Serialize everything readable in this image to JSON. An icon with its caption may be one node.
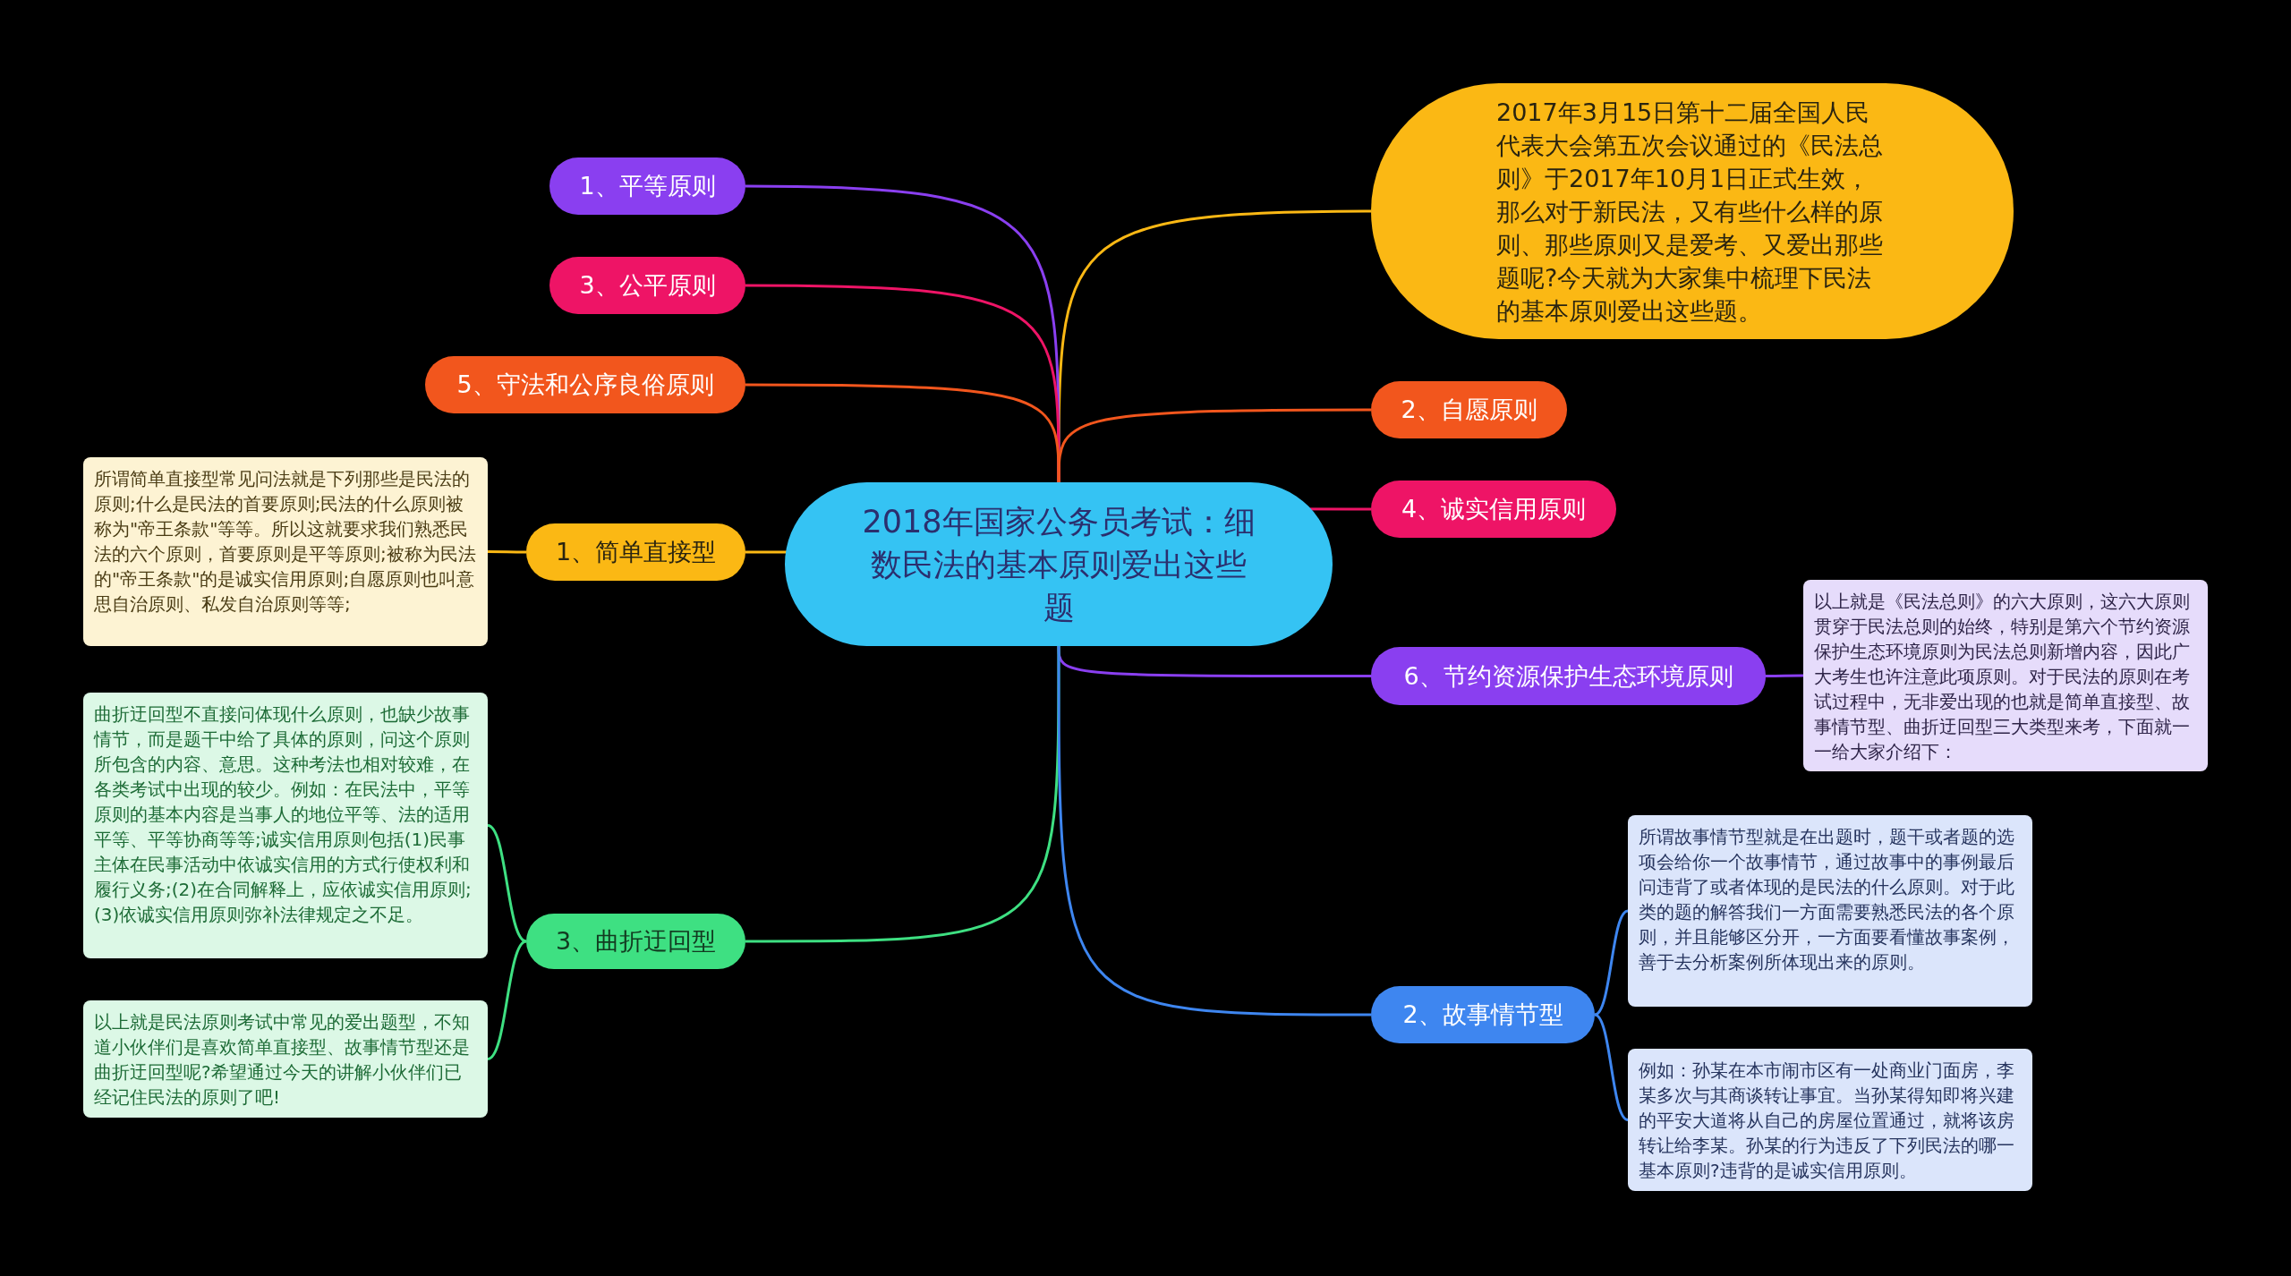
{
  "diagram": {
    "nodes": [
      {
        "text": [
          "2018年国家公务员考试：细数民法的基本原则爱出这些题"
        ]
      },
      {
        "text": [
          "2017年3月15日第十二届全国人民代表大会第五次会议通过的《民法总则》于2017年10月1日正式生效，那么对于新民法，又有些什么样的原则、那些原则又是爱考、又爱出那些题呢?今天就为大家集中梳理下民法的基本原则爱出这些题。"
        ]
      },
      {
        "text": [
          "1、平等原则"
        ]
      },
      {
        "text": [
          "3、公平原则"
        ]
      },
      {
        "text": [
          "5、守法和公序良俗原则"
        ]
      },
      {
        "text": [
          "2、自愿原则"
        ]
      },
      {
        "text": [
          "4、诚实信用原则"
        ]
      },
      {
        "text": [
          "6、节约资源保护生态环境原则"
        ]
      },
      {
        "text": [
          "以上就是《民法总则》的六大原则，这六大原则贯穿于民法总则的始终，特别是第六个节约资源保护生态环境原则为民法总则新增内容，因此广大考生也许注意此项原则。对于民法的原则在考试过程中，无非爱出现的也就是简单直接型、故事情节型、曲折迂回型三大类型来考，下面就一一给大家介绍下："
        ]
      },
      {
        "text": [
          "1、简单直接型"
        ]
      },
      {
        "text": [
          "所谓简单直接型常见问法就是下列那些是民法的原则;什么是民法的首要原则;民法的什么原则被称为\"帝王条款\"等等。所以这就要求我们熟悉民法的六个原则，首要原则是平等原则;被称为民法的\"帝王条款\"的是诚实信用原则;自愿原则也叫意思自治原则、私发自治原则等等;"
        ]
      },
      {
        "text": [
          "3、曲折迂回型"
        ]
      },
      {
        "text": [
          "曲折迂回型不直接问体现什么原则，也缺少故事情节，而是题干中给了具体的原则，问这个原则所包含的内容、意思。这种考法也相对较难，在各类考试中出现的较少。例如：在民法中，平等原则的基本内容是当事人的地位平等、法的适用平等、平等协商等等;诚实信用原则包括(1)民事主体在民事活动中依诚实信用的方式行使权利和履行义务;(2)在合同解释上，应依诚实信用原则;(3)依诚实信用原则弥补法律规定之不足。"
        ]
      },
      {
        "text": [
          "以上就是民法原则考试中常见的爱出题型，不知道小伙伴们是喜欢简单直接型、故事情节型还是曲折迂回型呢?希望通过今天的讲解小伙伴们已经记住民法的原则了吧!"
        ]
      },
      {
        "text": [
          "2、故事情节型"
        ]
      },
      {
        "text": [
          "所谓故事情节型就是在出题时，题干或者题的选项会给你一个故事情节，通过故事中的事例最后问违背了或者体现的是民法的什么原则。对于此类的题的解答我们一方面需要熟悉民法的各个原则，并且能够区分开，一方面要看懂故事案例，善于去分析案例所体现出来的原则。"
        ]
      },
      {
        "text": [
          "例如：孙某在本市闹市区有一处商业门面房，李某多次与其商谈转让事宜。当孙某得知即将兴建的平安大道将从自己的房屋位置通过，就将该房转让给李某。孙某的行为违反了下列民法的哪一基本原则?违背的是诚实信用原则。"
        ]
      }
    ],
    "edges": [
      {
        "from": 0,
        "to": 1,
        "arrow": "none",
        "color": "#fbb814"
      },
      {
        "from": 0,
        "to": 2,
        "arrow": "none",
        "color": "#8a3ff0"
      },
      {
        "from": 0,
        "to": 3,
        "arrow": "none",
        "color": "#ee1466"
      },
      {
        "from": 0,
        "to": 4,
        "arrow": "none",
        "color": "#f2561d"
      },
      {
        "from": 0,
        "to": 5,
        "arrow": "none",
        "color": "#f2561d"
      },
      {
        "from": 0,
        "to": 6,
        "arrow": "none",
        "color": "#ee1466"
      },
      {
        "from": 0,
        "to": 7,
        "arrow": "none",
        "color": "#8a3ff0"
      },
      {
        "from": 7,
        "to": 8,
        "arrow": "none",
        "color": "#8a3ff0"
      },
      {
        "from": 0,
        "to": 9,
        "arrow": "none",
        "color": "#fbb814"
      },
      {
        "from": 9,
        "to": 10,
        "arrow": "none",
        "color": "#fbb814"
      },
      {
        "from": 0,
        "to": 11,
        "arrow": "none",
        "color": "#3ee082"
      },
      {
        "from": 11,
        "to": 12,
        "arrow": "none",
        "color": "#3ee082"
      },
      {
        "from": 11,
        "to": 13,
        "arrow": "none",
        "color": "#3ee082"
      },
      {
        "from": 0,
        "to": 14,
        "arrow": "none",
        "color": "#3e86f0"
      },
      {
        "from": 14,
        "to": 15,
        "arrow": "none",
        "color": "#3e86f0"
      },
      {
        "from": 14,
        "to": 16,
        "arrow": "none",
        "color": "#3e86f0"
      }
    ]
  }
}
